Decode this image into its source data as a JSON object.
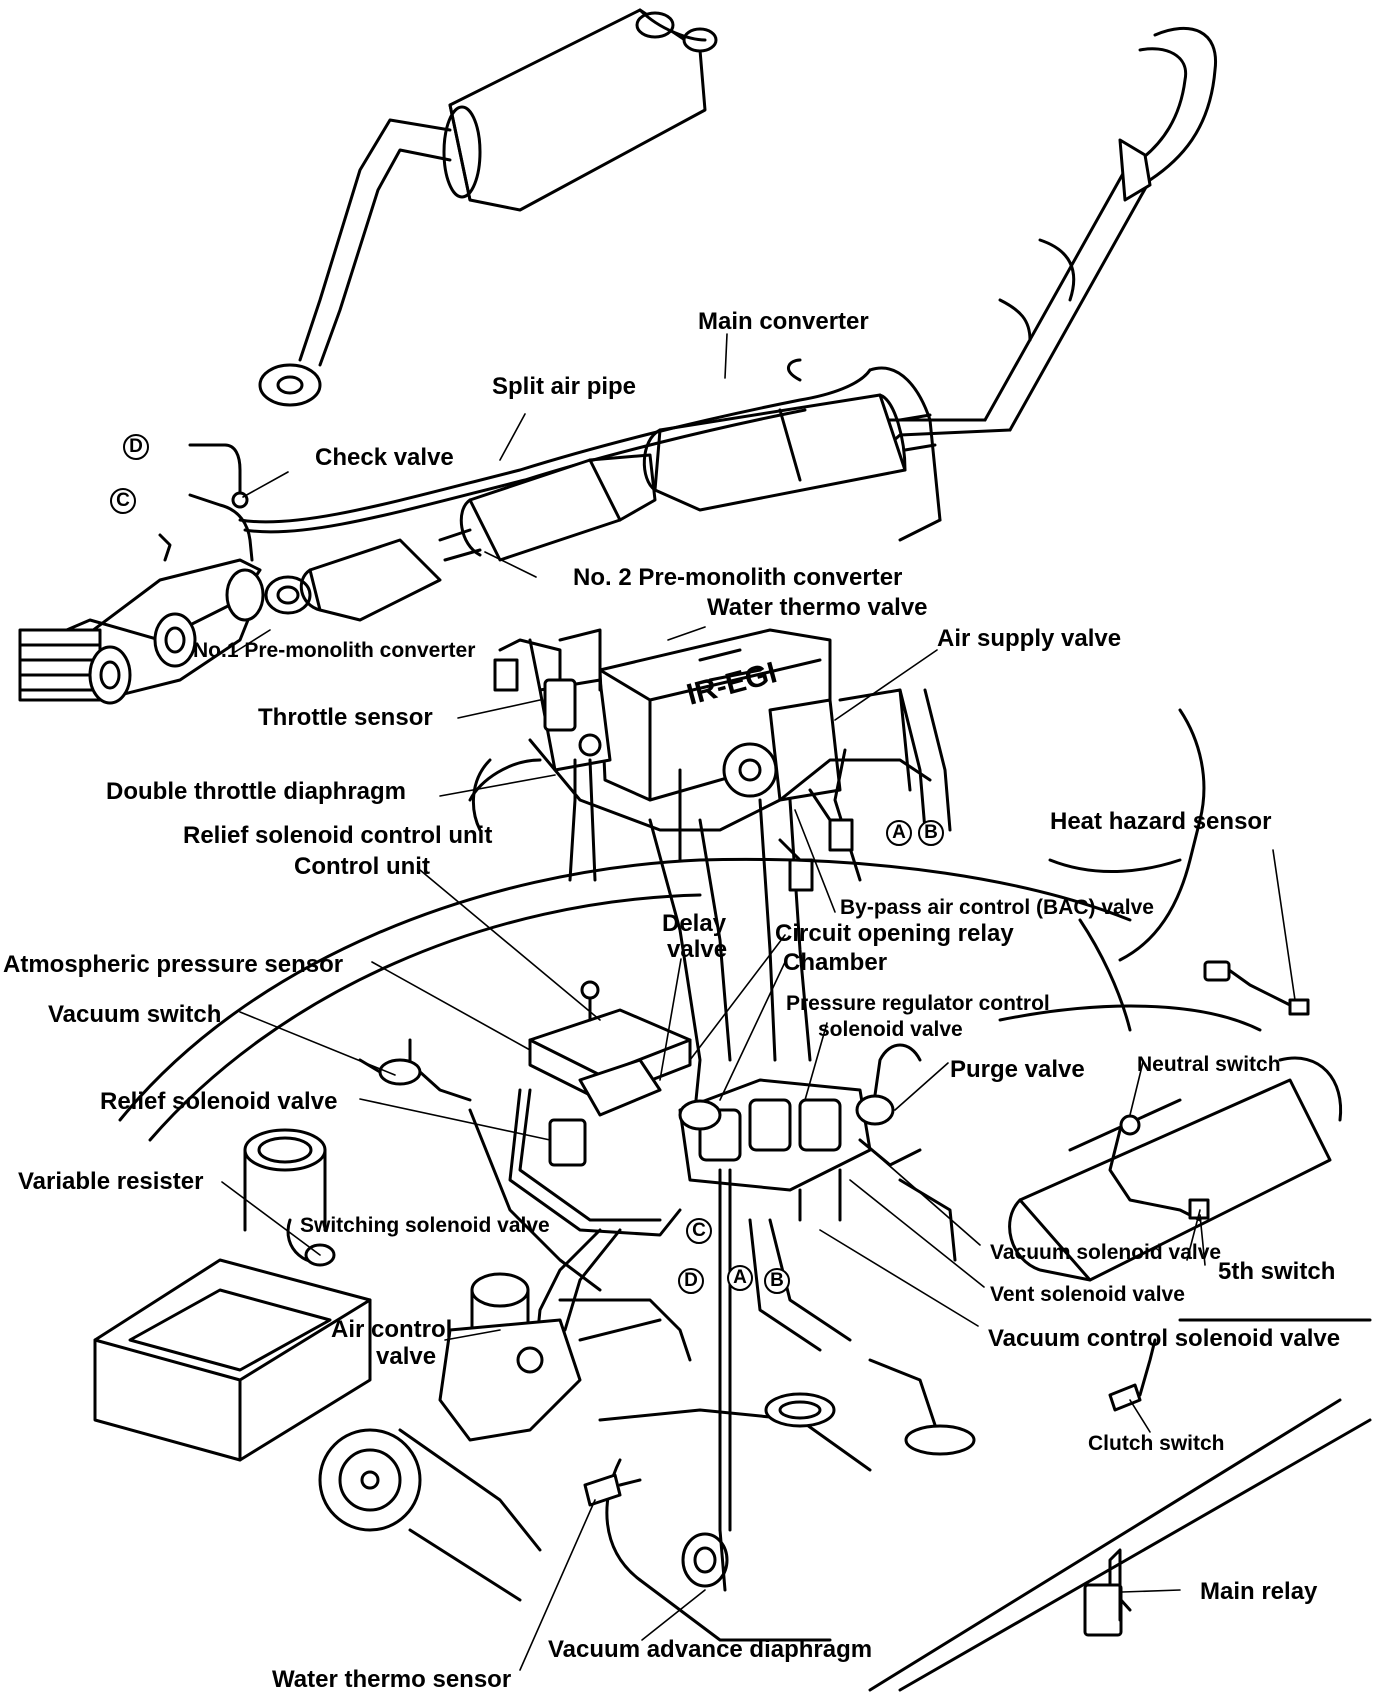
{
  "labels": {
    "main_converter": "Main converter",
    "split_air_pipe": "Split air pipe",
    "check_valve": "Check valve",
    "no2_pre_monolith": "No. 2 Pre-monolith converter",
    "water_thermo_valve": "Water thermo valve",
    "no1_pre_monolith": "No.1 Pre-monolith converter",
    "air_supply_valve": "Air supply valve",
    "throttle_sensor": "Throttle sensor",
    "double_throttle_diaphragm": "Double throttle diaphragm",
    "relief_solenoid_control_unit": "Relief solenoid control unit",
    "control_unit": "Control unit",
    "heat_hazard_sensor": "Heat hazard sensor",
    "bac_valve": "By-pass air control (BAC) valve",
    "delay_valve_1": "Delay",
    "delay_valve_2": "valve",
    "circuit_opening_relay": "Circuit opening relay",
    "chamber": "Chamber",
    "atmospheric_pressure_sensor": "Atmospheric pressure sensor",
    "pressure_regulator_1": "Pressure regulator control",
    "pressure_regulator_2": "solenoid valve",
    "vacuum_switch": "Vacuum switch",
    "purge_valve": "Purge valve",
    "neutral_switch": "Neutral switch",
    "relief_solenoid_valve": "Relief solenoid valve",
    "variable_resister": "Variable resister",
    "switching_solenoid_valve": "Switching solenoid valve",
    "vacuum_solenoid_valve": "Vacuum solenoid valve",
    "fifth_switch": "5th switch",
    "vent_solenoid_valve": "Vent solenoid valve",
    "air_control_valve_1": "Air control",
    "air_control_valve_2": "valve",
    "vacuum_control_solenoid_valve": "Vacuum control solenoid valve",
    "clutch_switch": "Clutch switch",
    "main_relay": "Main relay",
    "vacuum_advance_diaphragm": "Vacuum advance diaphragm",
    "water_thermo_sensor": "Water thermo sensor"
  },
  "connectors": {
    "a": "A",
    "b": "B",
    "c": "C",
    "d": "D"
  },
  "colors": {
    "ink": "#000000",
    "background": "#ffffff"
  }
}
